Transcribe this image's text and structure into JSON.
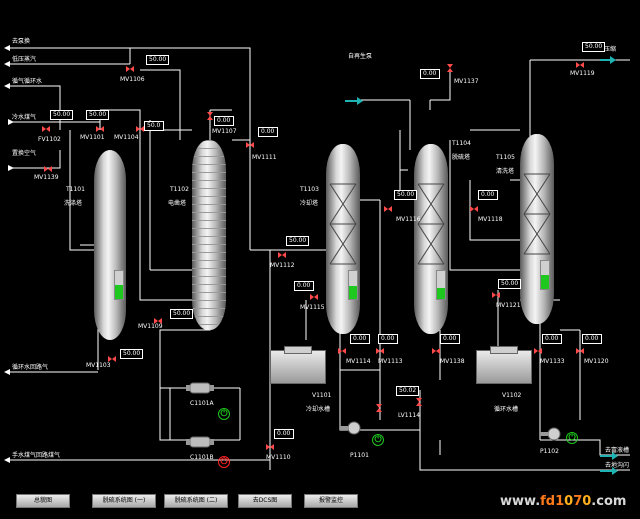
{
  "outlets": {
    "left": [
      "去泵换",
      "低压蒸汽",
      "循气循环水",
      "冷水煤气",
      "置换空气",
      "循环水回路气",
      "手水煤气回路煤气"
    ],
    "top_right_send": "去压缩",
    "top_mid_inlet": "自再生泵",
    "right_bottom": [
      "去富液槽",
      "去地沟闪"
    ]
  },
  "valves": {
    "MV1106": "MV1106",
    "MV1101": "MV1101",
    "MV1104": "MV1104",
    "FV1102": "FV1102",
    "MV1139": "MV1139",
    "MV1107": "MV1107",
    "MV1111": "MV1111",
    "MV1112": "MV1112",
    "MV1115": "MV1115",
    "MV1116": "MV1116",
    "MV1137": "MV1137",
    "MV1118": "MV1118",
    "MV1119": "MV1119",
    "MV1109": "MV1109",
    "MV1103": "MV1103",
    "MV1114": "MV1114",
    "MV1113": "MV1113",
    "MV1138": "MV1138",
    "MV1121": "MV1121",
    "MV1133": "MV1133",
    "MV1120": "MV1120",
    "LV1114": "LV1114",
    "MV1110": "MV1110"
  },
  "readings": {
    "r1106": "50.00",
    "r1101": "50.00",
    "r1102": "50.00",
    "r1104": "50.0",
    "r1107": "0.00",
    "r1111": "0.00",
    "r1112": "50.00",
    "r1109": "50.00",
    "r1103": "50.00",
    "r1115": "0.00",
    "r1116": "50.00",
    "r1137": "0.00",
    "r1118": "0.00",
    "r1119": "50.00",
    "r1114": "0.00",
    "r1113": "0.00",
    "r1138": "0.00",
    "r1121": "50.00",
    "r1133": "0.00",
    "r1120": "0.00",
    "rlv1114": "50.02",
    "r1110": "0.00"
  },
  "equipment": {
    "T1101": {
      "tag": "T1101",
      "name": "洗涤塔"
    },
    "T1102": {
      "tag": "T1102",
      "name": "电凿塔"
    },
    "T1103": {
      "tag": "T1103",
      "name": "冷却塔"
    },
    "T1104": {
      "tag": "T1104",
      "name": "脱硫塔"
    },
    "T1105": {
      "tag": "T1105",
      "name": "清洗塔"
    },
    "V1101": {
      "tag": "V1101",
      "name": "冷却水槽"
    },
    "V1102": {
      "tag": "V1102",
      "name": "循环水槽"
    },
    "C1101A": "C1101A",
    "C1101B": "C1101B",
    "P1101": "P1101",
    "P1102": "P1102"
  },
  "levels": {
    "T1101": 0.5,
    "T1103": 0.45,
    "T1104": 0.4,
    "T1105": 0.5
  },
  "colors": {
    "pipe": "#ffffff",
    "valve": "#ff4a4a",
    "level_fill": "#1ec81e",
    "running": "#1ec81e",
    "stopped": "#ff2020",
    "arrow": "#1fb3b3"
  },
  "buttons": [
    "总貌图",
    "脱硫系统图 (一)",
    "脱硫系统图 (二)",
    "去DCS图",
    "报警监控"
  ],
  "watermark": {
    "a": "www.",
    "b": "fd",
    "c": "1",
    "d": "0",
    "e": "7",
    "f": "0",
    "g": ".com"
  }
}
